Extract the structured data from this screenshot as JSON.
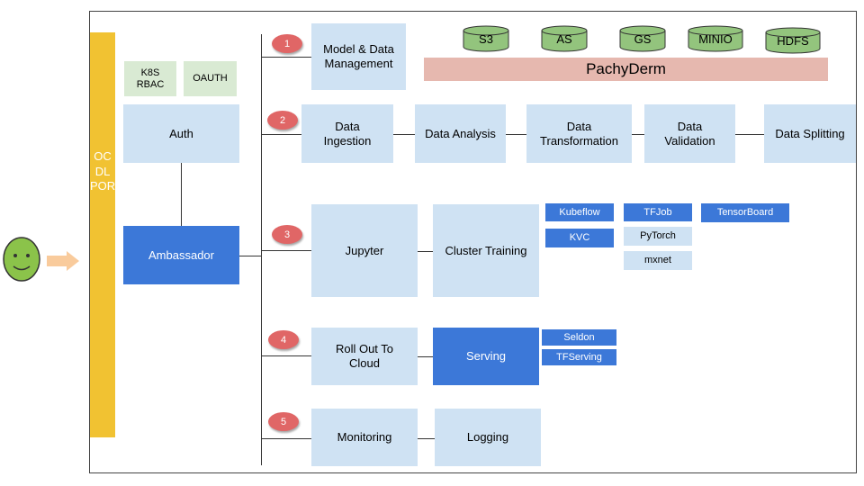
{
  "portal": {
    "text": "OC\nDL\nPORTAL"
  },
  "auth_group": {
    "k8s": "K8S\nRBAC",
    "oauth": "OAUTH",
    "auth": "Auth",
    "ambassador": "Ambassador"
  },
  "badges": [
    "1",
    "2",
    "3",
    "4",
    "5"
  ],
  "row1": {
    "label": "Model & Data\nManagement"
  },
  "storage": [
    "S3",
    "AS",
    "GS",
    "MINIO",
    "HDFS"
  ],
  "pachyderm": "PachyDerm",
  "pipeline": [
    "Data\nIngestion",
    "Data Analysis",
    "Data\nTransformation",
    "Data\nValidation",
    "Data Splitting"
  ],
  "row3": {
    "jupyter": "Jupyter",
    "cluster": "Cluster Training",
    "tools": [
      "Kubeflow",
      "KVC",
      "TFJob",
      "PyTorch",
      "mxnet",
      "TensorBoard"
    ]
  },
  "row4": {
    "rollout": "Roll Out To\nCloud",
    "serving": "Serving",
    "tools": [
      "Seldon",
      "TFServing"
    ]
  },
  "row5": {
    "monitoring": "Monitoring",
    "logging": "Logging"
  },
  "colors": {
    "light_blue": "#cfe2f3",
    "dark_blue": "#3c78d8",
    "light_green": "#d9ead3",
    "yellow": "#f1c232",
    "badge_red": "#e06666",
    "pachyderm": "#e6b8af",
    "cylinder": "#93c47d",
    "smiley": "#8bc34a",
    "arrow": "#f9cb9c"
  },
  "icons": [
    "smiley-face-icon",
    "right-arrow-icon"
  ]
}
